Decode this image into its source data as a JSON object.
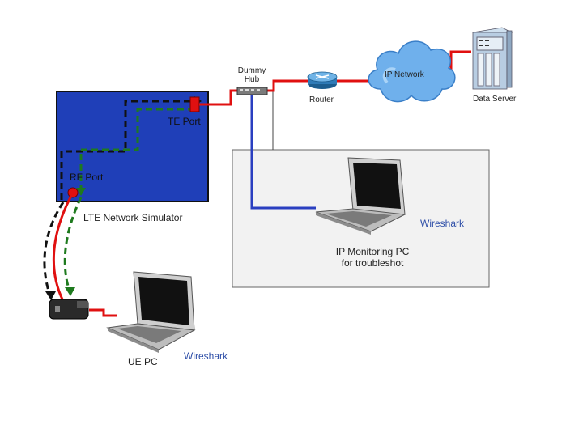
{
  "labels": {
    "dummy_hub": [
      "Dummy",
      "Hub"
    ],
    "ip_network": "IP Network",
    "router": "Router",
    "data_server": "Data Server",
    "te_port": "TE  Port",
    "rf_port": "RF Port",
    "lte_simulator": "LTE Network Simulator",
    "wireshark_monitor": "Wireshark",
    "ip_monitoring_pc": [
      "IP Monitoring PC",
      "for troubleshot"
    ],
    "ue_pc": "UE PC",
    "wireshark_ue": "Wireshark"
  },
  "colors": {
    "simulator_fill": "#1f3fb8",
    "red_link": "#e01010",
    "blue_link": "#2a3fc0",
    "green_dash": "#1e7a1e",
    "black_dash": "#111111",
    "cloud": "#6fb0ec",
    "wireshark_text": "#2f4fa8"
  },
  "icons": [
    "router-icon",
    "hub-icon",
    "cloud-icon",
    "server-icon",
    "laptop-icon",
    "usb-modem-icon"
  ]
}
